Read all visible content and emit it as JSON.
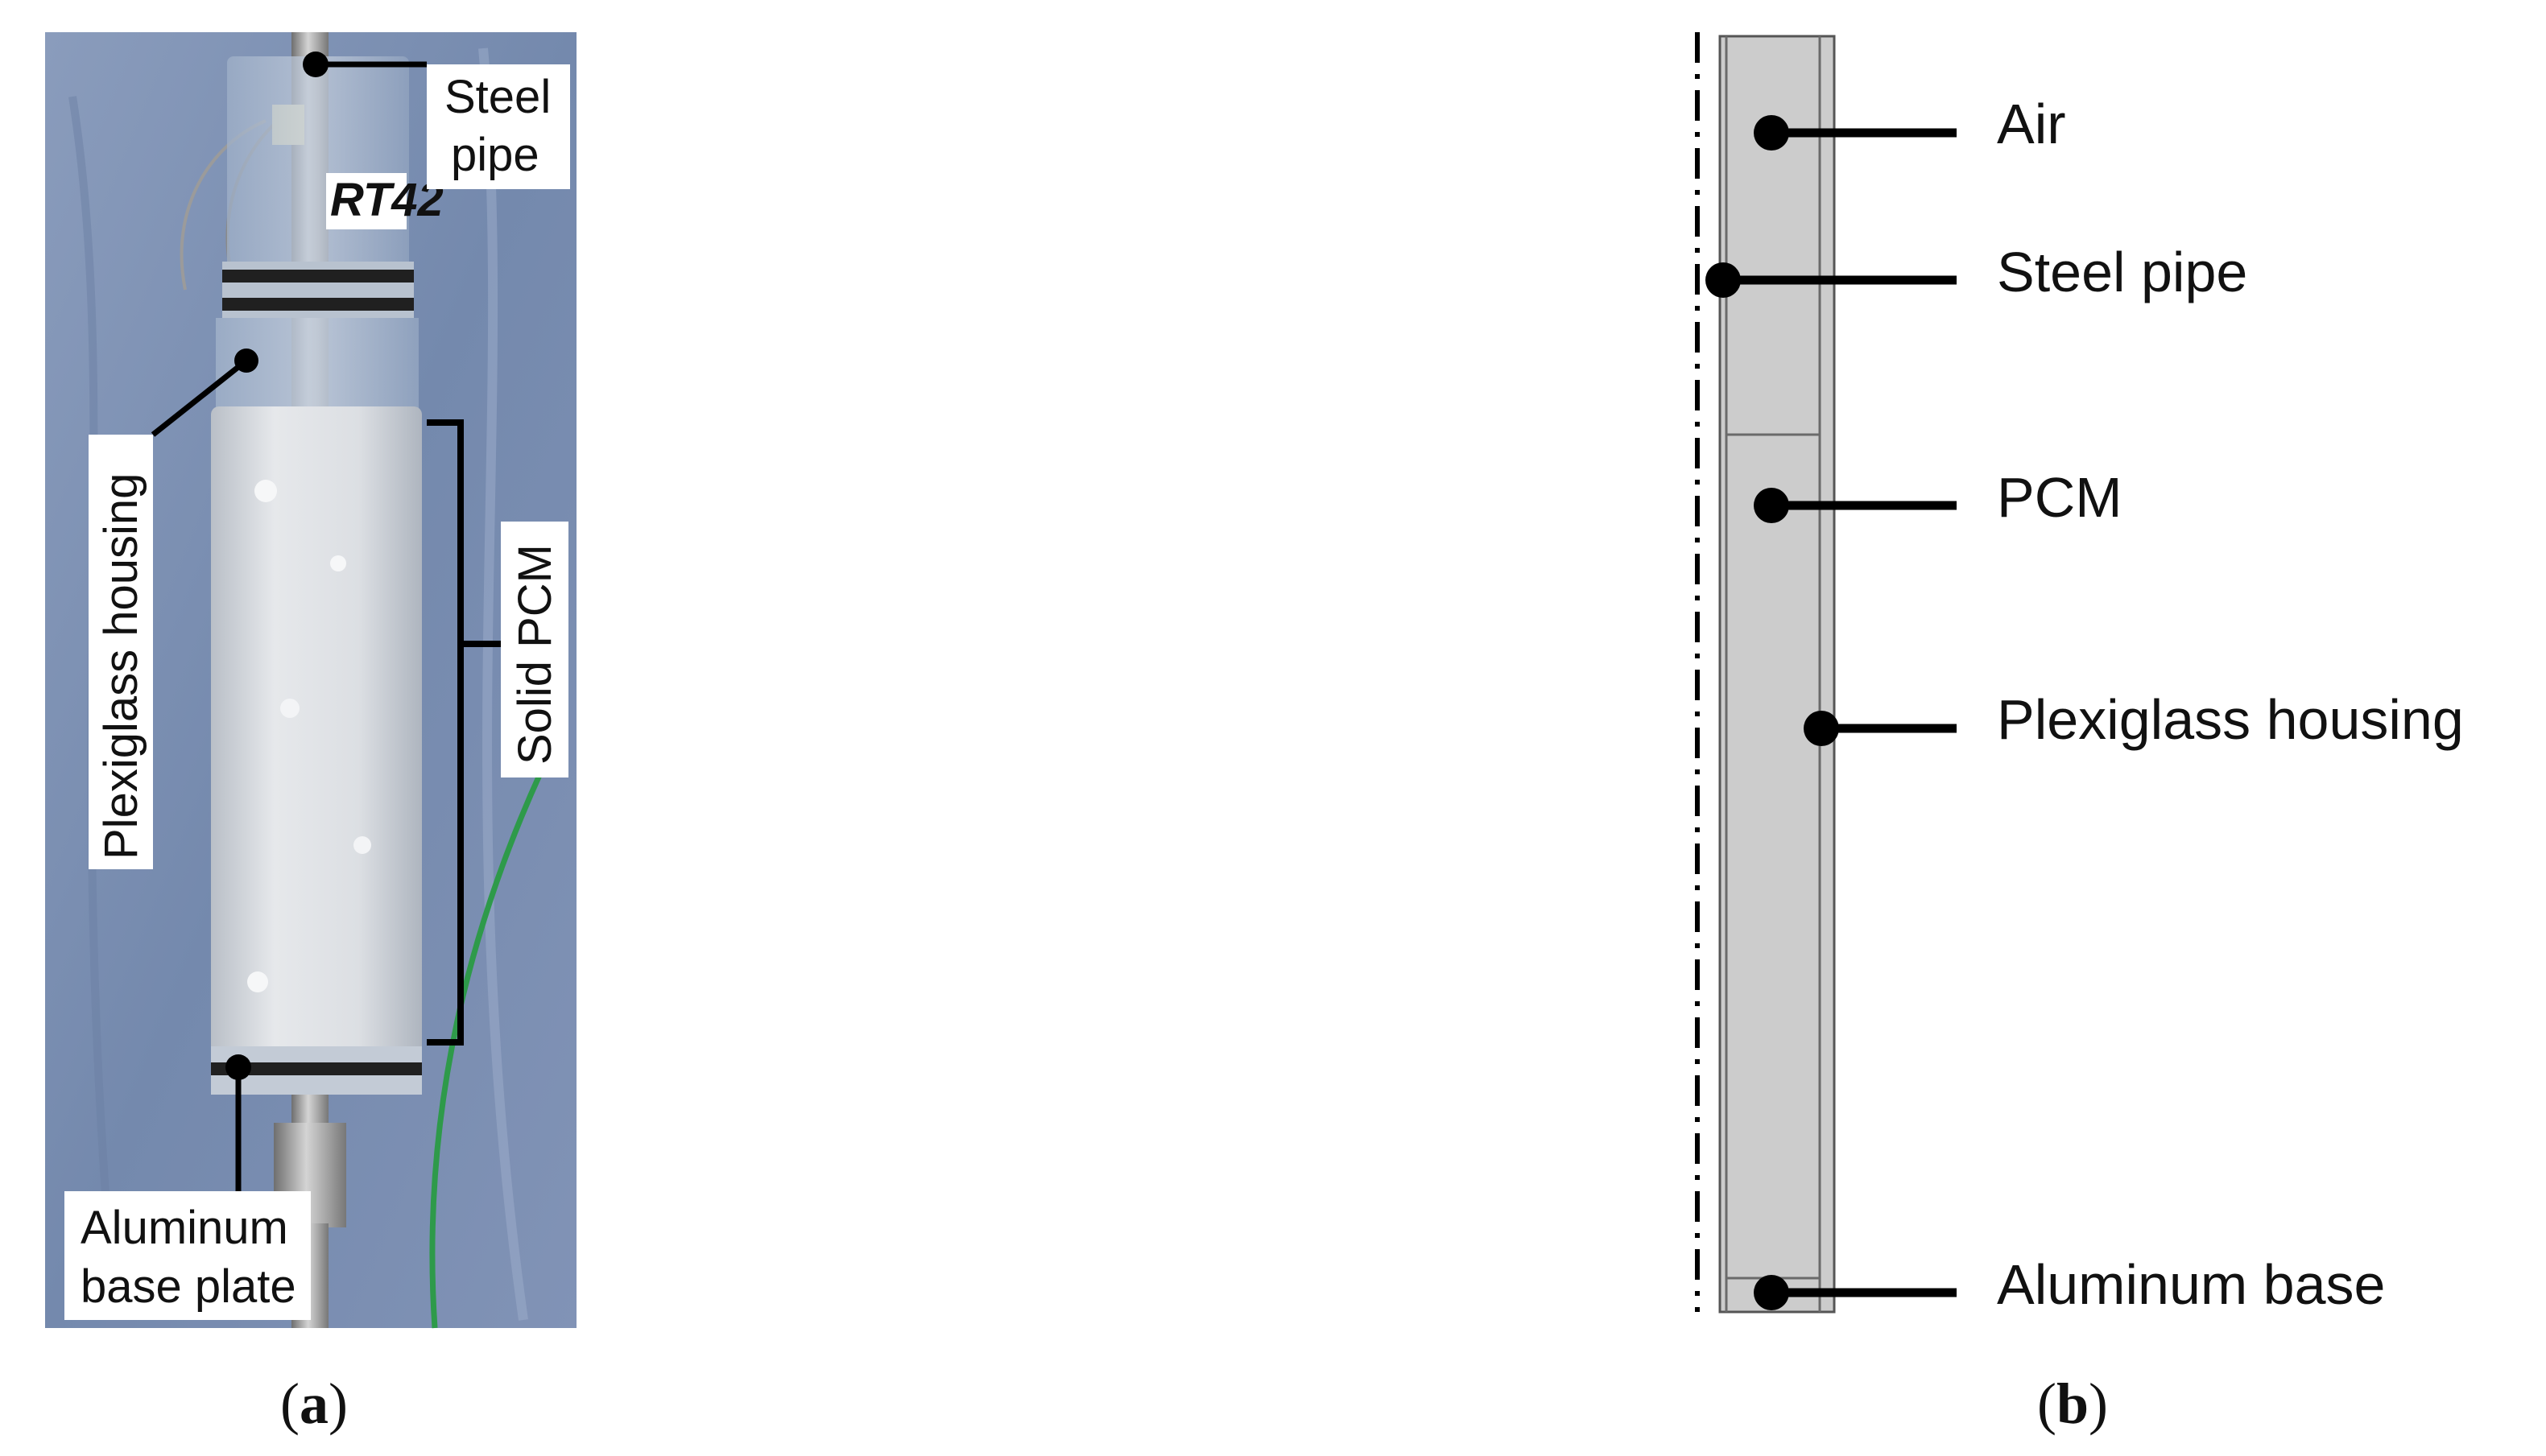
{
  "panel_a": {
    "caption_letter": "a",
    "labels": {
      "steel_pipe_line1": "Steel",
      "steel_pipe_line2": "pipe",
      "tube_tag": "RT42",
      "plexiglass": "Plexiglass housing",
      "solid_pcm": "Solid PCM",
      "aluminum_line1": "Aluminum",
      "aluminum_line2": "base plate"
    }
  },
  "panel_b": {
    "caption_letter": "b",
    "labels": {
      "air": "Air",
      "steel_pipe": "Steel pipe",
      "pcm": "PCM",
      "plexiglass": "Plexiglass housing",
      "aluminum": "Aluminum base"
    }
  },
  "colors": {
    "photo_background": "#7d90b2",
    "pcm_white": "#dde0e4",
    "diagram_fill": "#cccccc",
    "line": "#000000"
  }
}
